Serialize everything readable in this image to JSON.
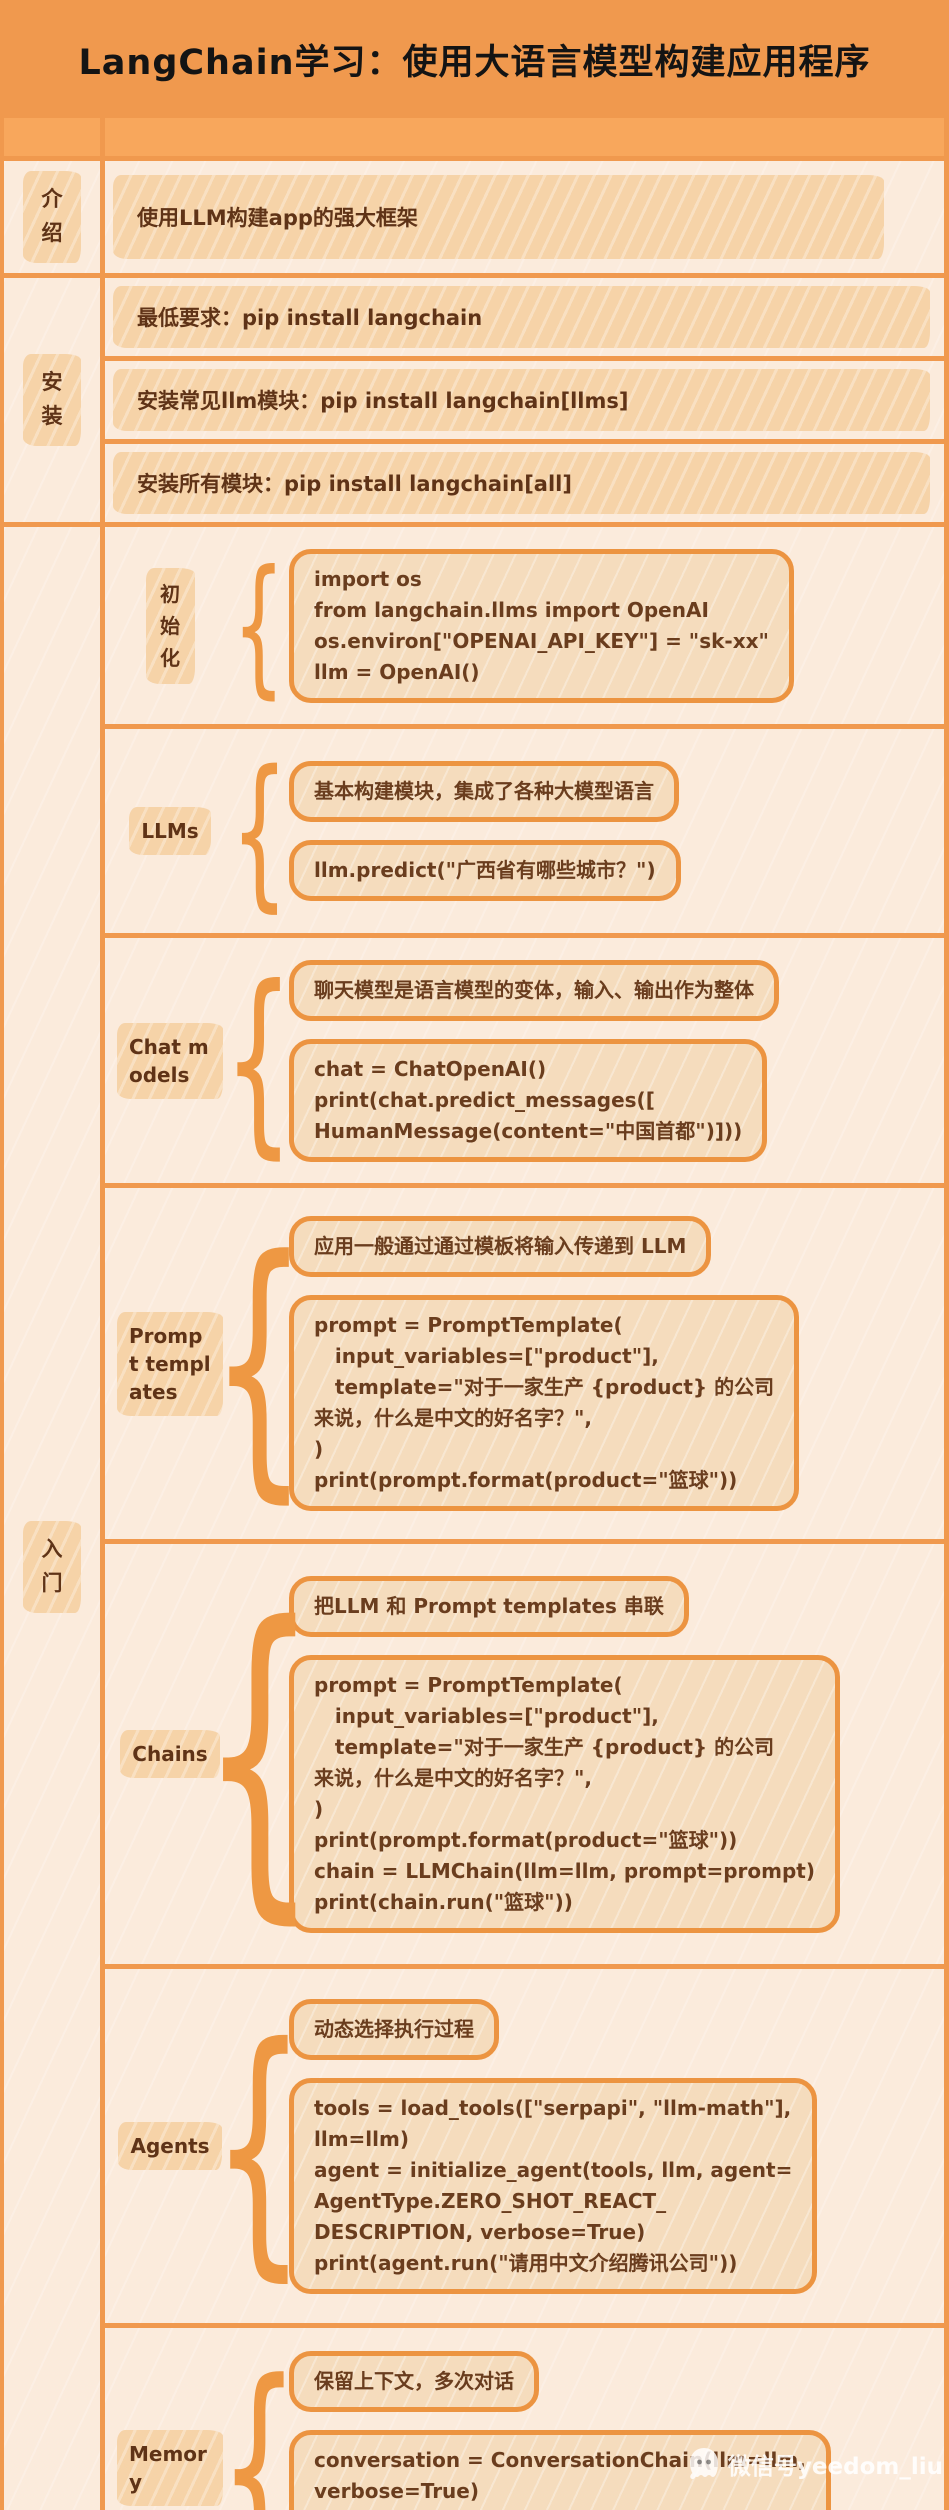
{
  "title": "LangChain学习：使用大语言模型构建应用程序",
  "colors": {
    "background_orange": "#F0994E",
    "header_cell_orange": "#F8A75C",
    "cell_cream": "#FBEBDC",
    "patch_peach": "#F6D3A8",
    "box_fill": "#F5DCBD",
    "box_border": "#EC9441",
    "text_brown": "#5F3317",
    "title_black": "#141414"
  },
  "sections": {
    "intro": {
      "label": "介绍",
      "content": "使用LLM构建app的强大框架"
    },
    "install": {
      "label": "安装",
      "items": [
        "最低要求：pip install langchain",
        "安装常见llm模块：pip install langchain[llms]",
        "安装所有模块：pip install langchain[all]"
      ]
    },
    "getting_started": {
      "label": "入门",
      "subsections": [
        {
          "label": "初始化",
          "boxes": [
            "import os\nfrom langchain.llms import OpenAI\nos.environ[\"OPENAI_API_KEY\"] = \"sk-xx\"\nllm = OpenAI()"
          ]
        },
        {
          "label": "LLMs",
          "boxes": [
            "基本构建模块，集成了各种大模型语言",
            "llm.predict(\"广西省有哪些城市？\")"
          ]
        },
        {
          "label": "Chat models",
          "boxes": [
            "聊天模型是语言模型的变体，输入、输出作为整体",
            "chat = ChatOpenAI()\nprint(chat.predict_messages([\nHumanMessage(content=\"中国首都\")]))"
          ]
        },
        {
          "label": "Prompt templates",
          "boxes": [
            "应用一般通过通过模板将输入传递到 LLM",
            "prompt = PromptTemplate(\n   input_variables=[\"product\"],\n   template=\"对于一家生产 {product} 的公司\n来说，什么是中文的好名字？\",\n)\nprint(prompt.format(product=\"篮球\"))"
          ]
        },
        {
          "label": "Chains",
          "boxes": [
            "把LLM 和 Prompt templates 串联",
            "prompt = PromptTemplate(\n   input_variables=[\"product\"],\n   template=\"对于一家生产 {product} 的公司\n来说，什么是中文的好名字？\",\n)\nprint(prompt.format(product=\"篮球\"))\nchain = LLMChain(llm=llm, prompt=prompt)\nprint(chain.run(\"篮球\"))"
          ]
        },
        {
          "label": "Agents",
          "boxes": [
            "动态选择执行过程",
            "tools = load_tools([\"serpapi\", \"llm-math\"],\nllm=llm)\nagent = initialize_agent(tools, llm, agent=\nAgentType.ZERO_SHOT_REACT_\nDESCRIPTION, verbose=True)\nprint(agent.run(\"请用中文介绍腾讯公司\"))"
          ]
        },
        {
          "label": "Memory",
          "boxes": [
            "保留上下文，多次对话",
            "conversation = ConversationChain(llm=llm,\nverbose=True)\nprint(conversation.run(\"中国北京\"))\nprint(conversation.run(\"精简描述\"))"
          ]
        }
      ]
    }
  },
  "watermark": {
    "text": "微信号yeedom_liu",
    "icon": "ghost-icon"
  }
}
